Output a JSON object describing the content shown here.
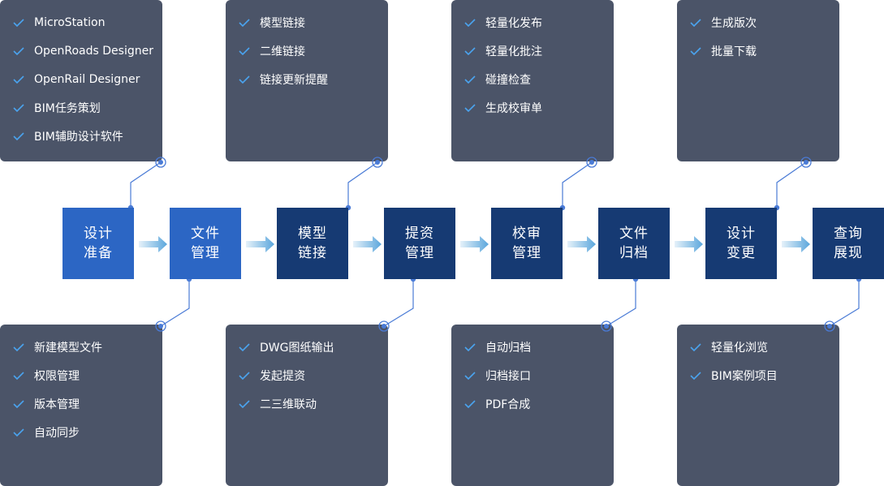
{
  "colors": {
    "panel_bg": "#4b5468",
    "step_light": "#2c66c4",
    "step_dark": "#163a73",
    "check": "#4aa3ef",
    "connector": "#4a7bd6",
    "arrow": "#5aa6dc"
  },
  "steps": [
    {
      "line1": "设计",
      "line2": "准备"
    },
    {
      "line1": "文件",
      "line2": "管理"
    },
    {
      "line1": "模型",
      "line2": "链接"
    },
    {
      "line1": "提资",
      "line2": "管理"
    },
    {
      "line1": "校审",
      "line2": "管理"
    },
    {
      "line1": "文件",
      "line2": "归档"
    },
    {
      "line1": "设计",
      "line2": "变更"
    },
    {
      "line1": "查询",
      "line2": "展现"
    }
  ],
  "top_panels": [
    {
      "items": [
        "MicroStation",
        "OpenRoads Designer",
        "OpenRail Designer",
        "BIM任务策划",
        "BIM辅助设计软件"
      ]
    },
    {
      "items": [
        "模型链接",
        "二维链接",
        "链接更新提醒"
      ]
    },
    {
      "items": [
        "轻量化发布",
        "轻量化批注",
        "碰撞检查",
        "生成校审单"
      ]
    },
    {
      "items": [
        "生成版次",
        "批量下载"
      ]
    }
  ],
  "bottom_panels": [
    {
      "items": [
        "新建模型文件",
        "权限管理",
        "版本管理",
        "自动同步"
      ]
    },
    {
      "items": [
        "DWG图纸输出",
        "发起提资",
        "二三维联动"
      ]
    },
    {
      "items": [
        "自动归档",
        "归档接口",
        "PDF合成"
      ]
    },
    {
      "items": [
        "轻量化浏览",
        "BIM案例项目"
      ]
    }
  ]
}
